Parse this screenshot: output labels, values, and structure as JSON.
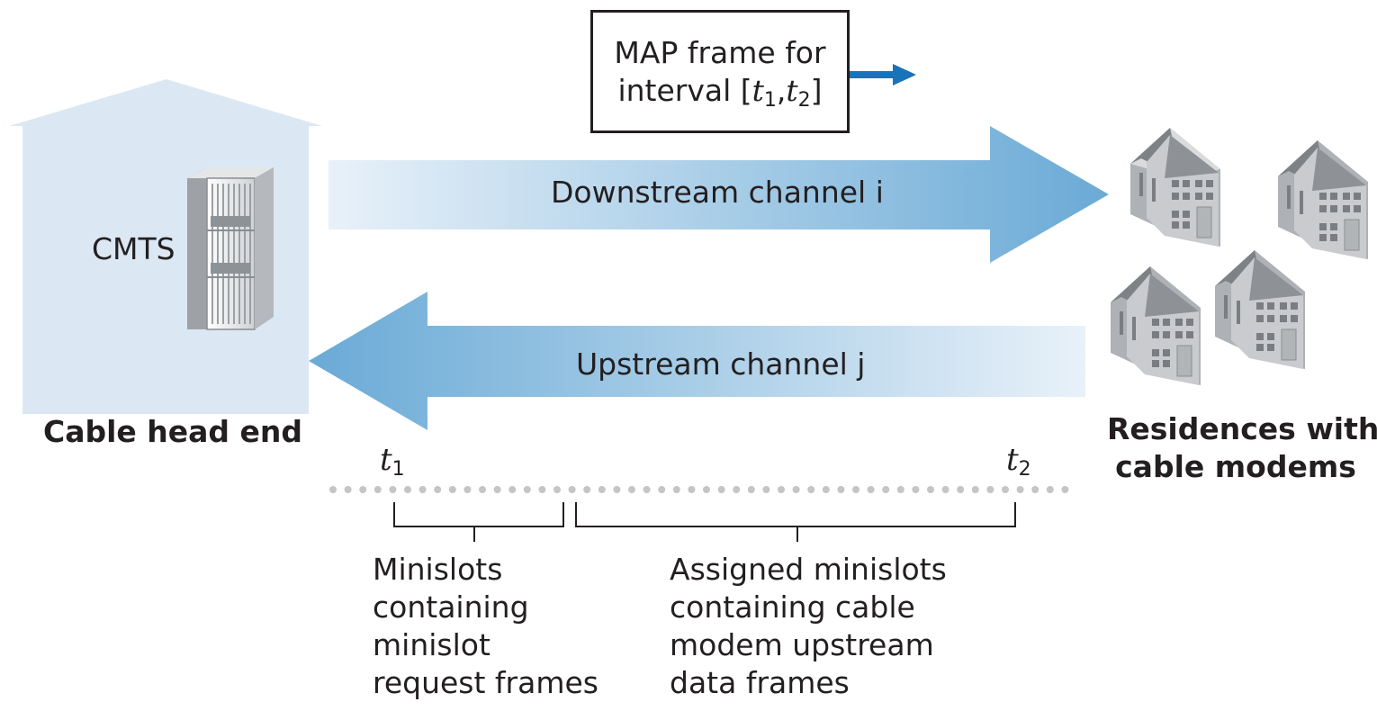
{
  "head_end": {
    "device_label": "CMTS",
    "caption": "Cable head end"
  },
  "map_frame": {
    "line1": "MAP frame for",
    "line2_prefix": "interval [",
    "t1_var": "t",
    "t1_sub": "1",
    "comma": ",",
    "t2_var": "t",
    "t2_sub": "2",
    "line2_suffix": "]"
  },
  "downstream": {
    "label": "Downstream channel i"
  },
  "upstream": {
    "label": "Upstream channel j"
  },
  "residences": {
    "caption_line1": "Residences with",
    "caption_line2": "cable modems"
  },
  "timeline": {
    "t1_var": "t",
    "t1_sub": "1",
    "t2_var": "t",
    "t2_sub": "2",
    "left_group": [
      "Minislots",
      "containing",
      "minislot",
      "request frames"
    ],
    "right_group": [
      "Assigned minislots",
      "containing cable",
      "modem upstream",
      "data frames"
    ]
  },
  "colors": {
    "building": "#dbe8f4",
    "arrow_dark": "#6ba9d5",
    "arrow_light": "#e6f0f8",
    "small_arrow": "#1a73b8",
    "house_roof": "#8e9196",
    "house_wall": "#c9cbce"
  }
}
